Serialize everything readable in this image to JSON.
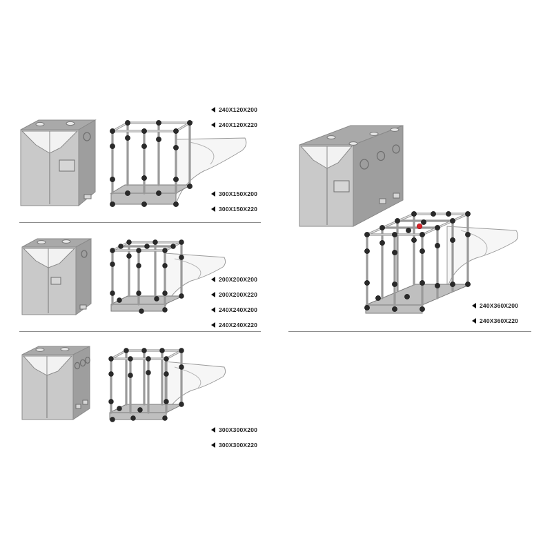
{
  "groups": [
    {
      "sizes": [
        "240X120X200",
        "240X120X220",
        "300X150X200",
        "300X150X220"
      ]
    },
    {
      "sizes": [
        "200X200X200",
        "200X200X220",
        "240X240X200",
        "240X240X220"
      ]
    },
    {
      "sizes": [
        "300X300X200",
        "300X300X220"
      ]
    },
    {
      "sizes": [
        "240X360X200",
        "240X360X220"
      ]
    }
  ],
  "colors": {
    "tent_body": "#c9c9c9",
    "tent_top": "#a9a9a9",
    "frame_pole": "#9a9a9a",
    "connector": "#2a2a2a",
    "highlight_connector": "#d8232a",
    "divider": "#8c8c8c"
  },
  "icons": [
    "left-arrow-icon"
  ]
}
